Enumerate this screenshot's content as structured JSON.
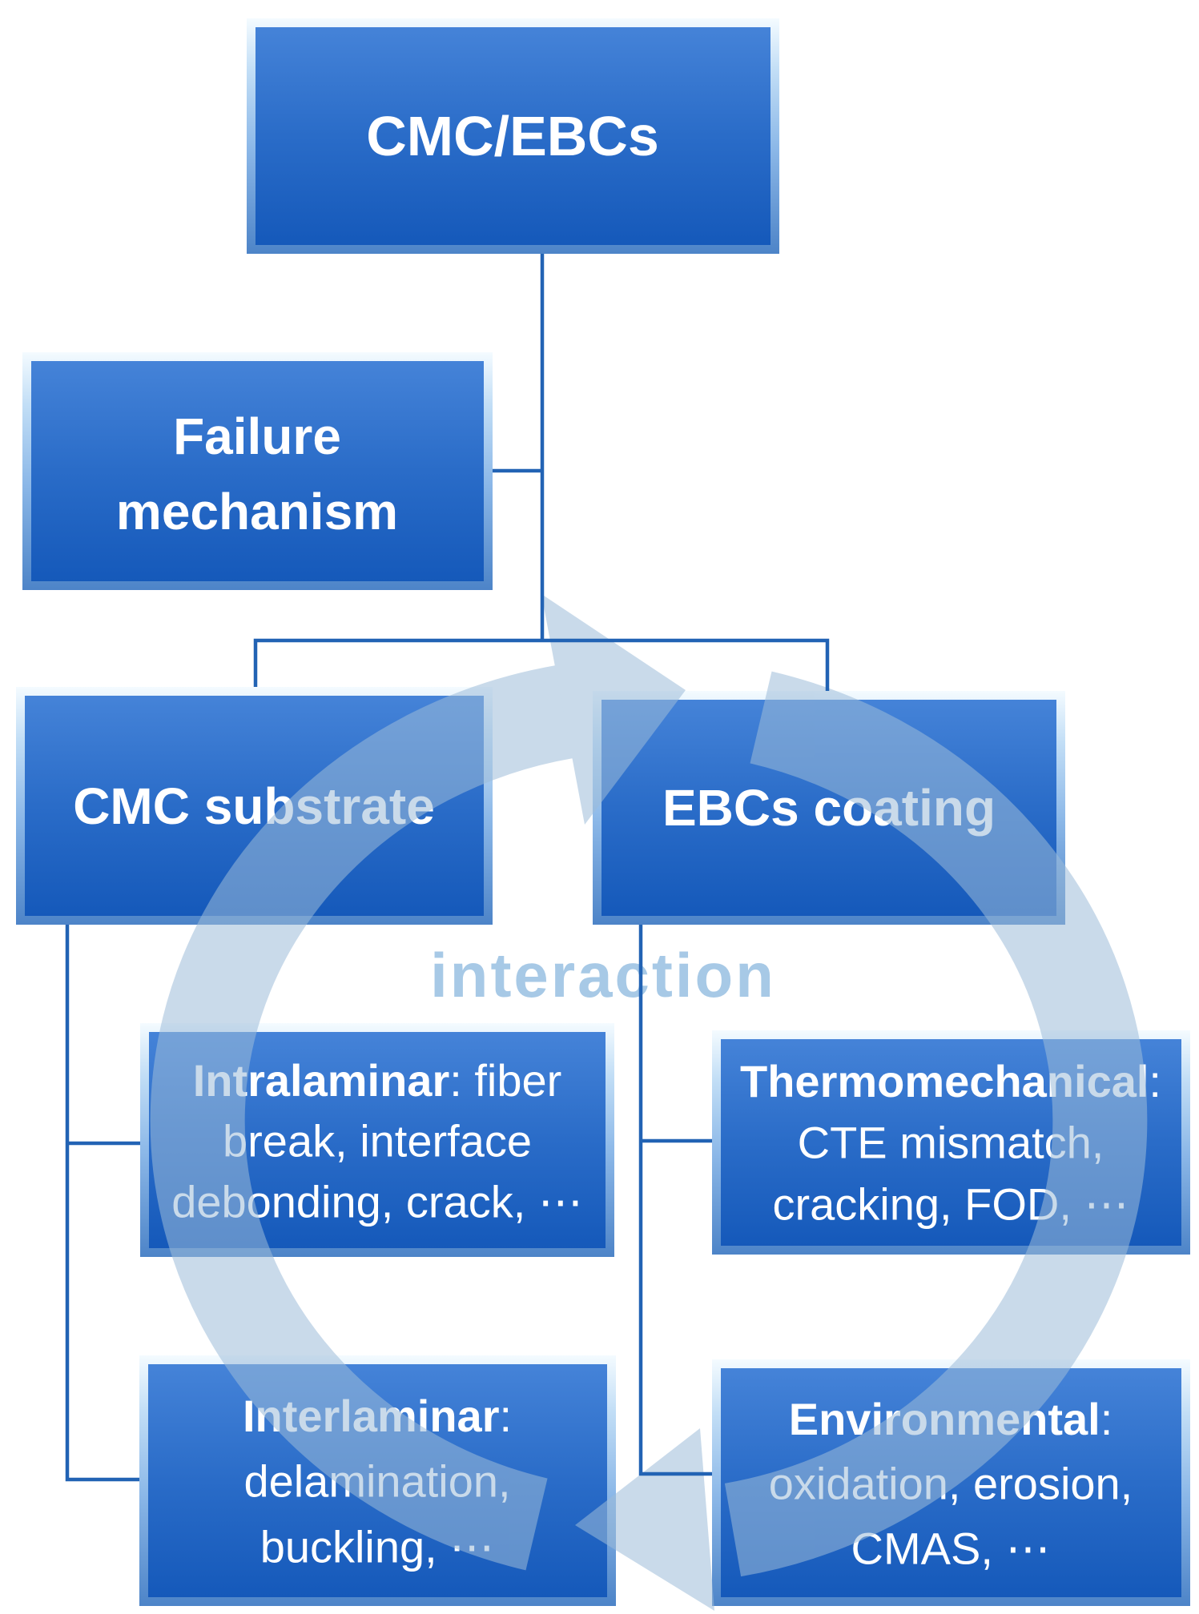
{
  "diagram": {
    "root": {
      "label": "CMC/EBCs"
    },
    "failure": {
      "line1": "Failure",
      "line2": "mechanism"
    },
    "cmc_substrate": {
      "label": "CMC substrate"
    },
    "ebc_coating": {
      "label": "EBCs coating"
    },
    "intralaminar": {
      "lead": "Intralaminar",
      "lead_suffix": ": fiber",
      "line2": "break, interface",
      "line3": "debonding, crack, ⋯"
    },
    "thermomechanical": {
      "lead": "Thermomechanical",
      "lead_suffix": ":",
      "line2": "CTE mismatch,",
      "line3": "cracking, FOD, ⋯"
    },
    "interlaminar": {
      "lead": "Interlaminar",
      "lead_suffix": ":",
      "line2": "delamination,",
      "line3": "buckling, ⋯"
    },
    "environmental": {
      "lead": "Environmental",
      "lead_suffix": ":",
      "line2": "oxidation, erosion,",
      "line3": "CMAS, ⋯"
    },
    "cycle_label": "interaction",
    "colors": {
      "box_body_top": "#4583d8",
      "box_body_bottom": "#1559ba",
      "box_frame_light": "#f4fbff",
      "box_frame_dark": "#4d84c8",
      "connector": "#2263b4",
      "cycle_band": "#9dbcd9",
      "cycle_label_text": "#a7c9e6",
      "box_text": "#ffffff",
      "background": "#ffffff"
    }
  }
}
